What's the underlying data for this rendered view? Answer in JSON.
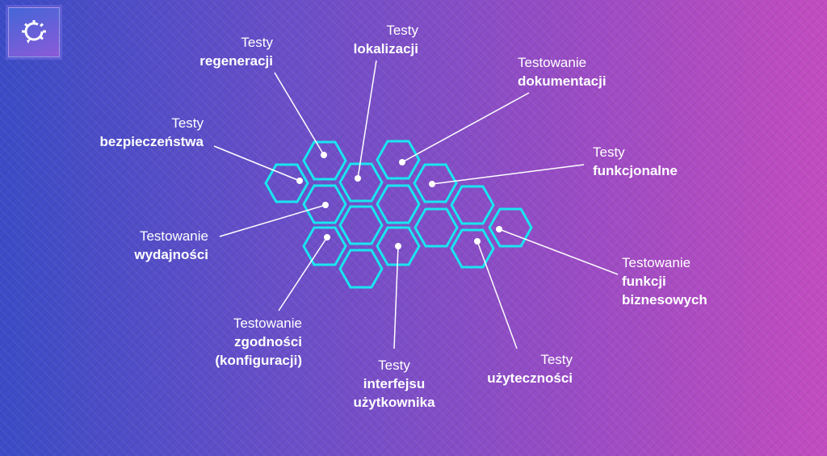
{
  "colors": {
    "hex_stroke": "#19e6f0",
    "line": "#ffffff"
  },
  "logo": {
    "icon": "gear-loop-icon"
  },
  "labels": {
    "regeneracji": {
      "l1": "Testy",
      "l2": "regeneracji"
    },
    "lokalizacji": {
      "l1": "Testy",
      "l2": "lokalizacji"
    },
    "dokumentacji": {
      "l1": "Testowanie",
      "l2": "dokumentacji"
    },
    "funkcjonalne": {
      "l1": "Testy",
      "l2": "funkcjonalne"
    },
    "bezpieczenstwa": {
      "l1": "Testy",
      "l2": "bezpieczeństwa"
    },
    "wydajnosci": {
      "l1": "Testowanie",
      "l2": "wydajności"
    },
    "biznesowych": {
      "l1": "Testowanie",
      "l2": "funkcji",
      "l3": "biznesowych"
    },
    "zgodnosci": {
      "l1": "Testowanie",
      "l2": "zgodności",
      "l3": "(konfiguracji)"
    },
    "interfejsu": {
      "l1": "Testy",
      "l2": "interfejsu",
      "l3": "użytkownika"
    },
    "uzytecznosci": {
      "l1": "Testy",
      "l2": "użyteczności"
    }
  }
}
